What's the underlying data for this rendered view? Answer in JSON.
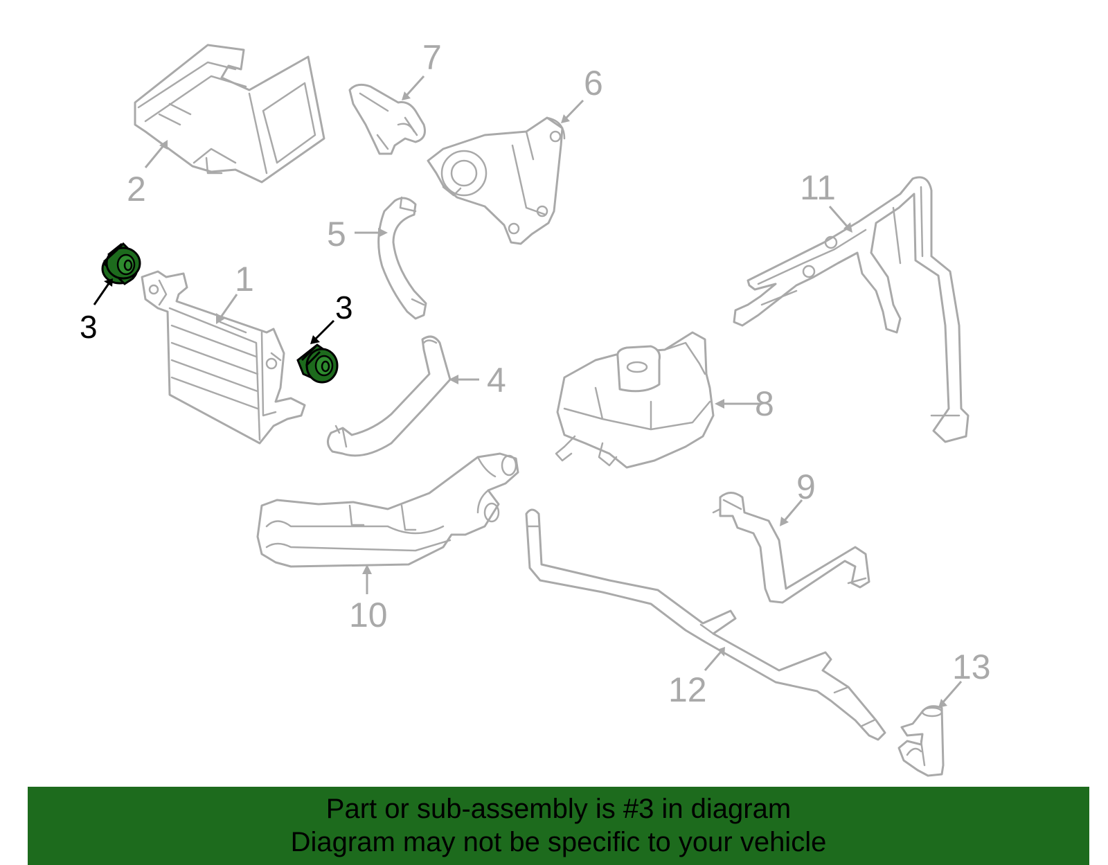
{
  "callouts": {
    "c1": "1",
    "c2": "2",
    "c3a": "3",
    "c3b": "3",
    "c4": "4",
    "c5": "5",
    "c6": "6",
    "c7": "7",
    "c8": "8",
    "c9": "9",
    "c10": "10",
    "c11": "11",
    "c12": "12",
    "c13": "13"
  },
  "highlight_part": "3",
  "colors": {
    "highlight": "#1d6b1d",
    "parts": "#a9a9a9",
    "banner": "#1d6b1d"
  },
  "banner": {
    "line1": "Part or sub-assembly is #3 in diagram",
    "line2": "Diagram may not be specific to your vehicle"
  }
}
